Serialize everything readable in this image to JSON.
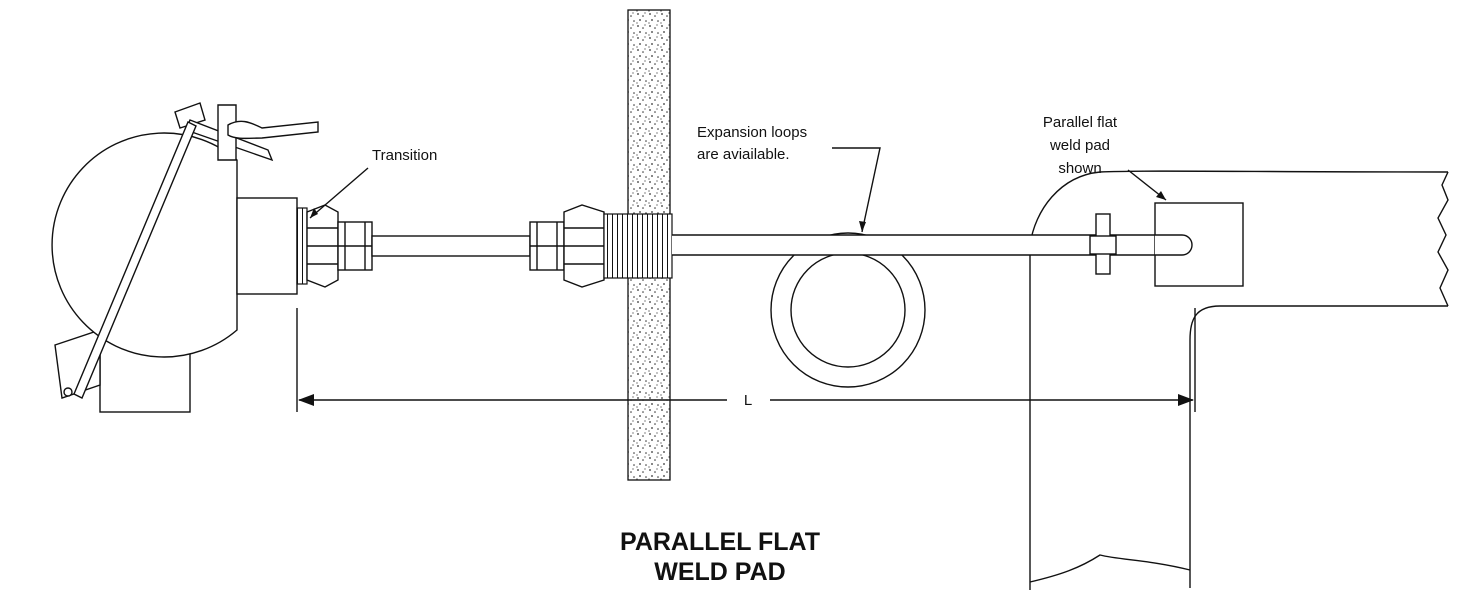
{
  "labels": {
    "transition": "Transition",
    "expansion_line1": "Expansion loops",
    "expansion_line2": "are aviailable.",
    "pad_line1": "Parallel flat",
    "pad_line2": "weld pad",
    "pad_line3": "shown",
    "dimension": "L"
  },
  "title": {
    "line1": "PARALLEL FLAT",
    "line2": "WELD PAD"
  }
}
